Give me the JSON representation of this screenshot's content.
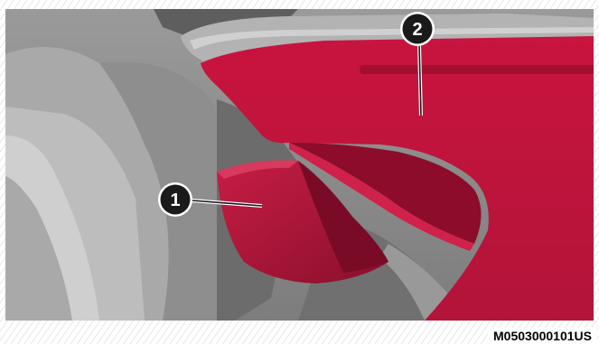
{
  "figure": {
    "callouts": [
      {
        "number": "1",
        "target": "lower-highlighted-part"
      },
      {
        "number": "2",
        "target": "upper-highlighted-part"
      }
    ],
    "image_code": "M0503000101US"
  },
  "colors": {
    "highlight": "#c0173f",
    "highlight_dark": "#8f0f2e",
    "background_gray": "#8c8c8c",
    "callout_fill": "#1a1a1a",
    "stripe_background": "#ffffff"
  }
}
